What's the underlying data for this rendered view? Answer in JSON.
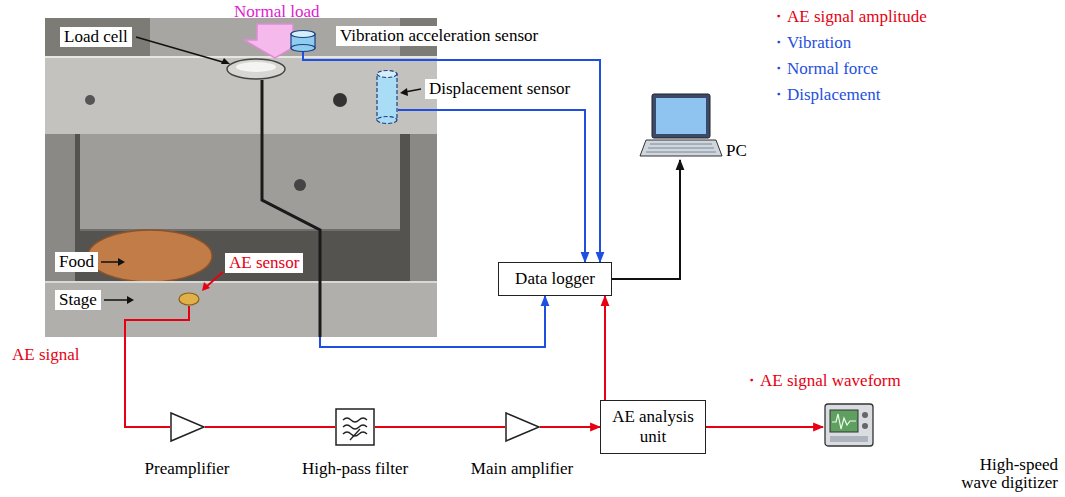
{
  "diagram": {
    "nodes": [
      {
        "text": [
          "Load cell"
        ]
      },
      {
        "text": [
          "Vibration acceleration sensor"
        ]
      },
      {
        "text": [
          "Displacement sensor"
        ]
      },
      {
        "text": [
          "AE sensor"
        ]
      },
      {
        "text": [
          "Data logger"
        ]
      },
      {
        "text": [
          "PC"
        ]
      },
      {
        "text": [
          "Preamplifier"
        ]
      },
      {
        "text": [
          "High-pass filter"
        ]
      },
      {
        "text": [
          "Main amplifier"
        ]
      },
      {
        "text": [
          "AE analysis unit"
        ]
      },
      {
        "text": [
          "High-speed wave digitizer"
        ]
      }
    ],
    "edges": [
      {
        "from": 1,
        "to": 4,
        "arrow": "to"
      },
      {
        "from": 2,
        "to": 4,
        "arrow": "to"
      },
      {
        "from": 0,
        "to": 4,
        "arrow": "to"
      },
      {
        "from": 4,
        "to": 5,
        "arrow": "to"
      },
      {
        "from": 3,
        "to": 6,
        "arrow": "none"
      },
      {
        "from": 6,
        "to": 7,
        "arrow": "none"
      },
      {
        "from": 7,
        "to": 8,
        "arrow": "none"
      },
      {
        "from": 8,
        "to": 9,
        "arrow": "to"
      },
      {
        "from": 9,
        "to": 4,
        "arrow": "to"
      },
      {
        "from": 9,
        "to": 10,
        "arrow": "to"
      }
    ],
    "labels": [
      "Normal load",
      "Food",
      "Stage",
      "AE signal",
      "・AE signal amplitude",
      "・Vibration",
      "・Normal force",
      "・Displacement",
      "・AE signal waveform"
    ]
  }
}
